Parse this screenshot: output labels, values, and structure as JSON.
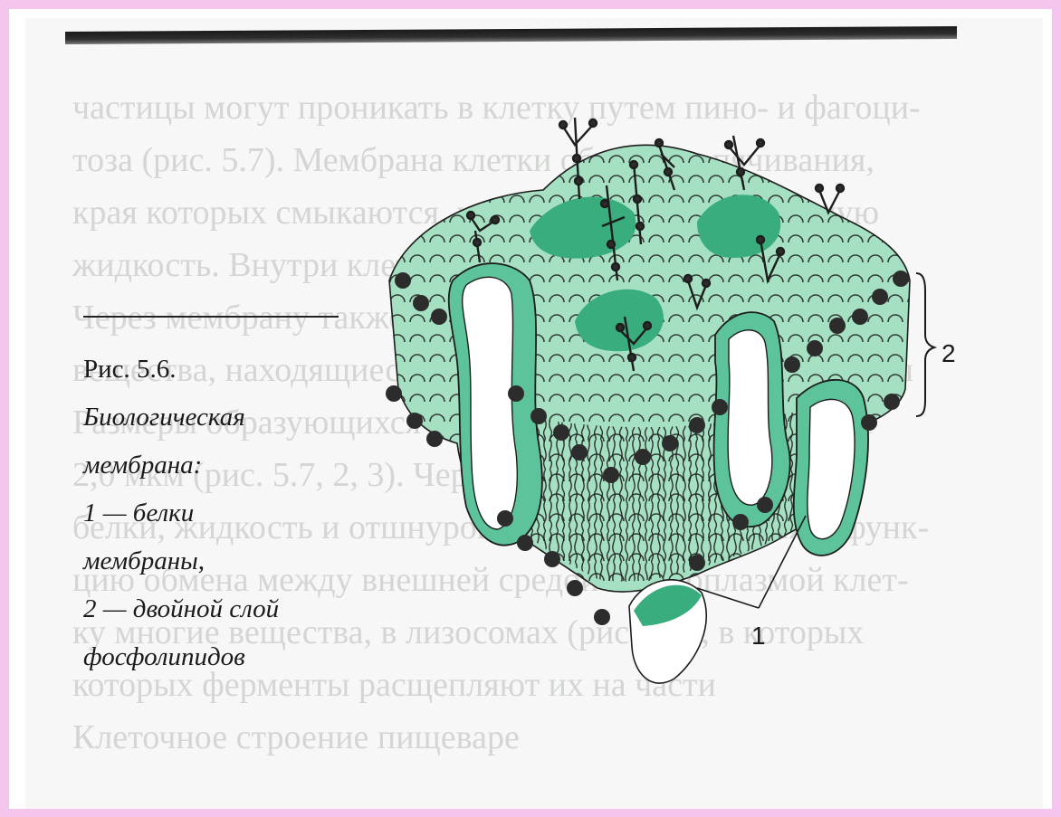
{
  "caption": {
    "figure_number": "Рис. 5.6.",
    "line1": "Биологическая",
    "line2": "мембрана:",
    "line3": "1 — белки",
    "line4": "мембраны,",
    "line5": "2 — двойной слой",
    "line6": "фосфолипидов"
  },
  "background_text": [
    "частицы могут проникать в клетку путем пино- и фагоци-",
    "тоза (рис. 5.7). Мембрана клетки образует впячивания,",
    "края которых смыкаются, и захватывают окружающую",
    "жидкость. Внутри клетки образуется пузырек.",
    "Через мембрану также проходят",
    "вещества, находящиеся в растворенном виде, их размеры",
    "Размеры образующихся пиноцитозных пузырьков 0,01",
    "2,0 мкм (рис. 5.7, 2, 3). Через них клетка поглощает",
    "белки, жидкость и отшнуровывается. Осуществляет функ-",
    "цию обмена между внешней средой и цитоплазмой клет-",
    "ку многие вещества, в лизосомах (рис. 5.8), в которых",
    "которых ферменты расщепляют их на части",
    "   Клеточное строение пищеваре"
  ],
  "labels": {
    "bilayer": "2",
    "proteins": "1"
  },
  "colors": {
    "membrane_green": "#5cc39a",
    "membrane_light": "#a6e0c2",
    "protein_dark": "#39ad7e",
    "head_dark": "#2c2c2c",
    "ink": "#1a1a1a"
  }
}
